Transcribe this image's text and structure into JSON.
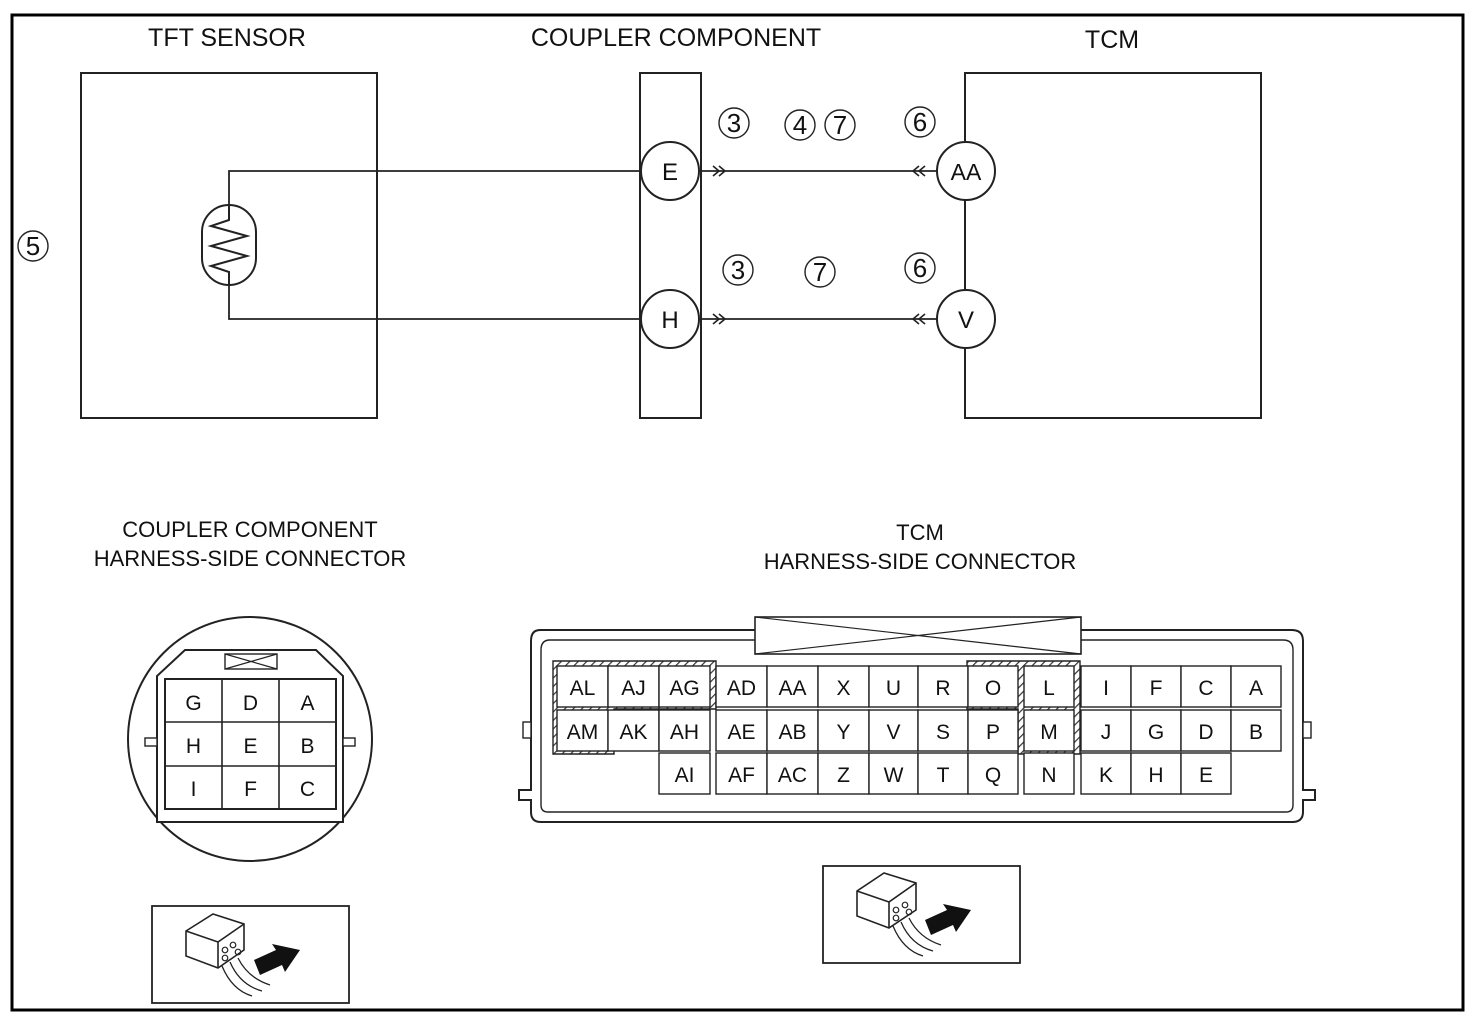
{
  "titles": {
    "tft_sensor": "TFT SENSOR",
    "coupler_component": "COUPLER COMPONENT",
    "tcm": "TCM",
    "coupler_connector_line1": "COUPLER COMPONENT",
    "coupler_connector_line2": "HARNESS-SIDE CONNECTOR",
    "tcm_connector_line1": "TCM",
    "tcm_connector_line2": "HARNESS-SIDE CONNECTOR"
  },
  "step_markers": {
    "sensor": "5",
    "wire_e_1": "3",
    "wire_e_2": "4",
    "wire_e_3": "7",
    "wire_e_4": "6",
    "wire_h_1": "3",
    "wire_h_2": "7",
    "wire_h_3": "6"
  },
  "terminals": {
    "coupler_upper": "E",
    "coupler_lower": "H",
    "tcm_upper": "AA",
    "tcm_lower": "V"
  },
  "coupler_connector_pins": [
    "G",
    "D",
    "A",
    "H",
    "E",
    "B",
    "I",
    "F",
    "C"
  ],
  "tcm_connector_pins": {
    "row1": [
      "AL",
      "AJ",
      "AG",
      "AD",
      "AA",
      "X",
      "U",
      "R",
      "O",
      "L",
      "I",
      "F",
      "C",
      "A"
    ],
    "row2": [
      "AM",
      "AK",
      "AH",
      "AE",
      "AB",
      "Y",
      "V",
      "S",
      "P",
      "M",
      "J",
      "G",
      "D",
      "B"
    ],
    "row3": [
      "AI",
      "AF",
      "AC",
      "Z",
      "W",
      "T",
      "Q",
      "N",
      "K",
      "H",
      "E"
    ]
  }
}
